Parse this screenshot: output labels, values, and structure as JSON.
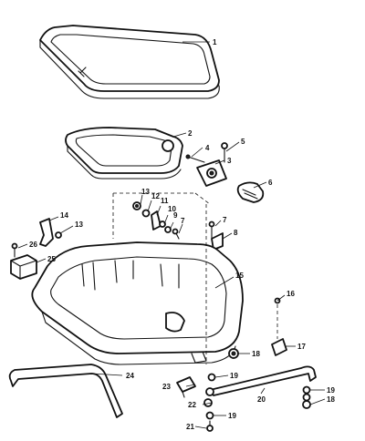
{
  "callouts": {
    "c1": "1",
    "c2": "2",
    "c3": "3",
    "c4": "4",
    "c5": "5",
    "c6": "6",
    "c7a": "7",
    "c7b": "7",
    "c8": "8",
    "c9": "9",
    "c10": "10",
    "c11": "11",
    "c12": "12",
    "c13a": "13",
    "c13b": "13",
    "c14": "14",
    "c15": "15",
    "c16": "16",
    "c17": "17",
    "c18a": "18",
    "c18b": "18",
    "c19a": "19",
    "c19b": "19",
    "c19c": "19",
    "c20": "20",
    "c21": "21",
    "c22": "22",
    "c23": "23",
    "c24": "24",
    "c25": "25",
    "c26": "26"
  }
}
